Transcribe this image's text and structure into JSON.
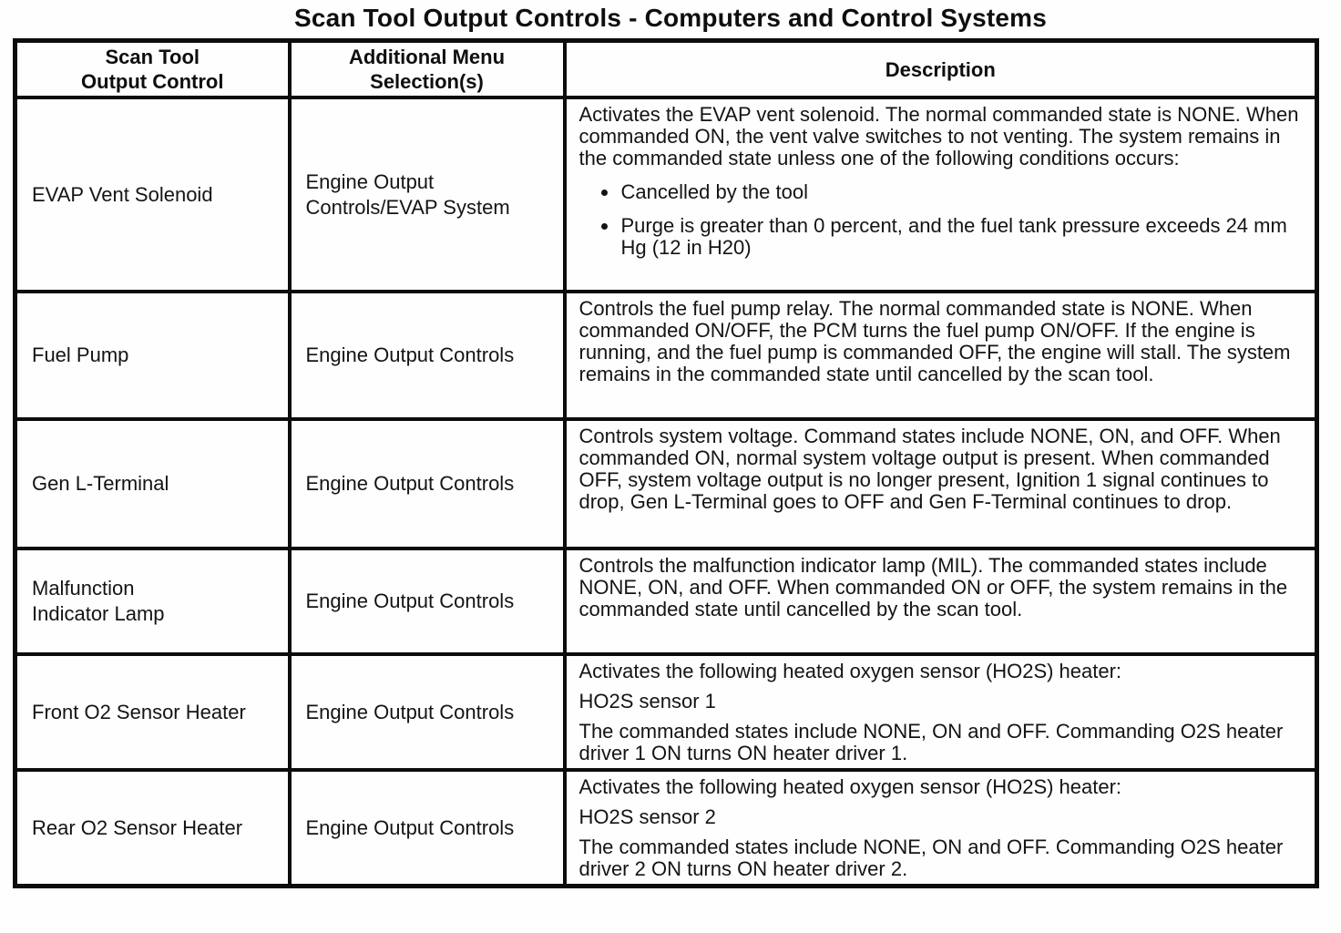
{
  "title": "Scan Tool Output Controls - Computers and Control Systems",
  "colors": {
    "ink": "#141414",
    "paper": "#fefefe",
    "border": "#0c0c0c"
  },
  "table": {
    "headers": {
      "control": "Scan Tool\nOutput Control",
      "menu": "Additional Menu\nSelection(s)",
      "description": "Description"
    },
    "rows": [
      {
        "control": "EVAP Vent Solenoid",
        "menu": "Engine Output\nControls/EVAP System",
        "desc": [
          "Activates the EVAP vent solenoid. The normal commanded state is NONE. When commanded ON, the vent valve switches to not venting. The system remains in the commanded state unless one of the following conditions occurs:"
        ],
        "bullets": [
          "Cancelled by the tool",
          "Purge is greater than 0 percent, and the fuel tank pressure exceeds 24 mm Hg (12 in H20)"
        ]
      },
      {
        "control": "Fuel Pump",
        "menu": "Engine Output Controls",
        "desc": [
          "Controls the fuel pump relay. The normal commanded state is NONE. When commanded ON/OFF, the PCM turns the fuel pump ON/OFF. If the engine is running, and the fuel pump is commanded OFF, the engine will stall. The system remains in the commanded state until cancelled by the scan tool."
        ]
      },
      {
        "control": "Gen L-Terminal",
        "menu": "Engine Output Controls",
        "desc": [
          "Controls system voltage. Command states include NONE, ON, and OFF. When commanded ON, normal system voltage output is present. When commanded OFF, system voltage output is no longer present, Ignition 1 signal continues to drop, Gen L-Terminal goes to OFF and Gen F-Terminal continues to drop."
        ]
      },
      {
        "control": "Malfunction\nIndicator Lamp",
        "menu": "Engine Output Controls",
        "desc": [
          "Controls the malfunction indicator lamp (MIL). The commanded states include NONE, ON, and OFF. When commanded ON or OFF, the system remains in the commanded state until cancelled by the scan tool."
        ]
      },
      {
        "control": "Front O2 Sensor Heater",
        "menu": "Engine Output Controls",
        "desc": [
          "Activates the following heated oxygen sensor (HO2S) heater:",
          "HO2S sensor 1",
          "The commanded states include NONE, ON and OFF. Commanding O2S heater driver 1 ON turns ON heater driver 1."
        ]
      },
      {
        "control": "Rear O2 Sensor Heater",
        "menu": "Engine Output Controls",
        "desc": [
          "Activates the following heated oxygen sensor (HO2S) heater:",
          "HO2S sensor 2",
          "The commanded states include NONE, ON and OFF. Commanding O2S heater driver 2 ON turns ON heater driver 2."
        ]
      }
    ]
  }
}
